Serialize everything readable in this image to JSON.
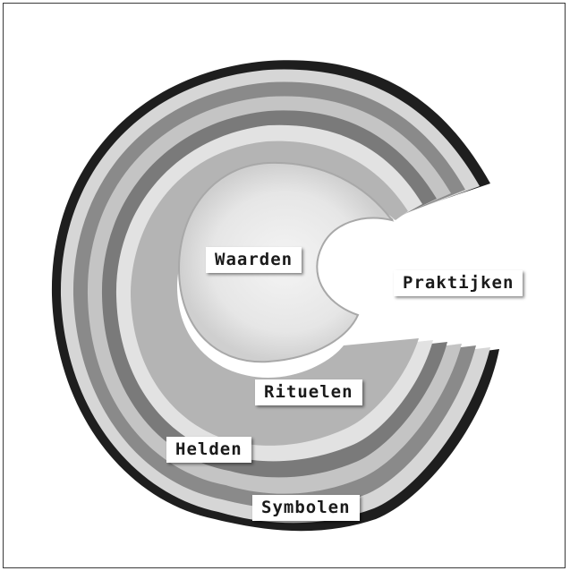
{
  "labels": {
    "center": "Waarden",
    "gap": "Praktijken",
    "ring1": "Rituelen",
    "ring2": "Helden",
    "ring3": "Symbolen"
  }
}
